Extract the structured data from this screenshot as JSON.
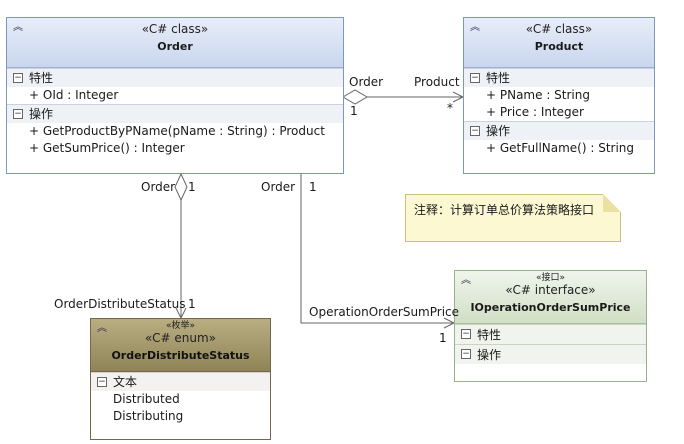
{
  "order": {
    "stereotype": "«C# class»",
    "name": "Order",
    "attr_section": "特性",
    "attributes": [
      "+ OId : Integer"
    ],
    "ops_section": "操作",
    "operations": [
      "+ GetProductByPName(pName : String) : Product",
      "+ GetSumPrice() : Integer"
    ]
  },
  "product": {
    "stereotype": "«C# class»",
    "name": "Product",
    "attr_section": "特性",
    "attributes": [
      "+ PName : String",
      "+ Price : Integer"
    ],
    "ops_section": "操作",
    "operations": [
      "+ GetFullName() : String"
    ]
  },
  "enum_box": {
    "stereotype_small": "«枚举»",
    "stereotype": "«C# enum»",
    "name": "OrderDistributeStatus",
    "section": "文本",
    "literals": [
      "Distributed",
      "Distributing"
    ]
  },
  "iface_box": {
    "stereotype_small": "«接口»",
    "stereotype": "«C# interface»",
    "name": "IOperationOrderSumPrice",
    "attr_section": "特性",
    "ops_section": "操作"
  },
  "note": {
    "text": "注释：计算订单总价算法策略接口"
  },
  "labels": {
    "assoc1_src_role": "Order",
    "assoc1_src_mult": "1",
    "assoc1_dst_role": "Product",
    "assoc1_dst_mult": "*",
    "assoc2_src_role": "Order",
    "assoc2_src_mult": "1",
    "assoc2_dst_role": "OrderDistributeStatus",
    "assoc2_dst_mult": "1",
    "assoc3_src_role": "Order",
    "assoc3_src_mult": "1",
    "assoc3_dst_role": "OperationOrderSumPrice",
    "assoc3_dst_mult": "1"
  },
  "icons": {
    "collapse": "chevron-up-icon",
    "section_toggle": "minus-box-icon"
  },
  "colors": {
    "class_header": "#c8d6ee",
    "enum_header": "#8f8458",
    "interface_header": "#d1dfc6",
    "note_bg": "#fbf8d2"
  }
}
